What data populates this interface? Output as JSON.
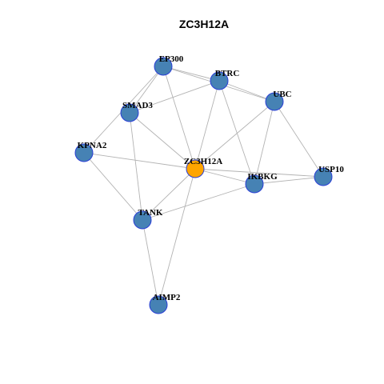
{
  "title": "ZC3H12A",
  "colors": {
    "node_default": "#4682b4",
    "node_highlight": "#ffa500",
    "node_border": "#2a3fd6",
    "edge": "#b3b3b3"
  },
  "nodes": [
    {
      "id": "EP300",
      "label": "EP300",
      "highlight": false
    },
    {
      "id": "BTRC",
      "label": "BTRC",
      "highlight": false
    },
    {
      "id": "UBC",
      "label": "UBC",
      "highlight": false
    },
    {
      "id": "SMAD3",
      "label": "SMAD3",
      "highlight": false
    },
    {
      "id": "KPNA2",
      "label": "KPNA2",
      "highlight": false
    },
    {
      "id": "ZC3H12A",
      "label": "ZC3H12A",
      "highlight": true
    },
    {
      "id": "USP10",
      "label": "USP10",
      "highlight": false
    },
    {
      "id": "IKBKG",
      "label": "IKBKG",
      "highlight": false
    },
    {
      "id": "TANK",
      "label": "TANK",
      "highlight": false
    },
    {
      "id": "AIMP2",
      "label": "AIMP2",
      "highlight": false
    }
  ],
  "edges": [
    [
      "EP300",
      "BTRC"
    ],
    [
      "EP300",
      "UBC"
    ],
    [
      "EP300",
      "SMAD3"
    ],
    [
      "EP300",
      "KPNA2"
    ],
    [
      "EP300",
      "ZC3H12A"
    ],
    [
      "BTRC",
      "UBC"
    ],
    [
      "BTRC",
      "SMAD3"
    ],
    [
      "BTRC",
      "ZC3H12A"
    ],
    [
      "BTRC",
      "IKBKG"
    ],
    [
      "UBC",
      "ZC3H12A"
    ],
    [
      "UBC",
      "IKBKG"
    ],
    [
      "UBC",
      "USP10"
    ],
    [
      "SMAD3",
      "ZC3H12A"
    ],
    [
      "SMAD3",
      "TANK"
    ],
    [
      "KPNA2",
      "ZC3H12A"
    ],
    [
      "KPNA2",
      "TANK"
    ],
    [
      "ZC3H12A",
      "IKBKG"
    ],
    [
      "ZC3H12A",
      "USP10"
    ],
    [
      "ZC3H12A",
      "TANK"
    ],
    [
      "ZC3H12A",
      "AIMP2"
    ],
    [
      "IKBKG",
      "USP10"
    ],
    [
      "IKBKG",
      "TANK"
    ],
    [
      "TANK",
      "AIMP2"
    ]
  ]
}
